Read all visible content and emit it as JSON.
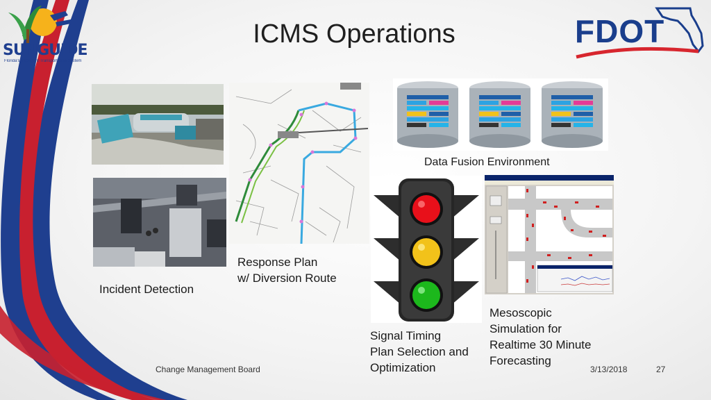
{
  "slide": {
    "title": "ICMS Operations",
    "footer_left": "Change Management Board",
    "date": "3/13/2018",
    "page_number": "27"
  },
  "logos": {
    "left_name": "SUNGUIDE",
    "left_tagline": "Florida's Intelligent Transportation System",
    "right_name": "FDOT"
  },
  "captions": {
    "data_fusion": "Data Fusion Environment",
    "incident_detection": "Incident Detection",
    "response_plan_line1": "Response Plan",
    "response_plan_line2": "w/ Diversion Route",
    "signal_line1": "Signal Timing",
    "signal_line2": "Plan Selection and",
    "signal_line3": "Optimization",
    "meso_line1": "Mesoscopic",
    "meso_line2": "Simulation for",
    "meso_line3": "Realtime 30 Minute",
    "meso_line4": "Forecasting"
  },
  "colors": {
    "swoosh_red": "#c8202f",
    "swoosh_blue": "#1f3f8f",
    "fdot_blue": "#1a3e8c",
    "fdot_red": "#d7262e",
    "signal_red": "#e8101a",
    "signal_yellow": "#f2c21a",
    "signal_green": "#1cb81c"
  }
}
